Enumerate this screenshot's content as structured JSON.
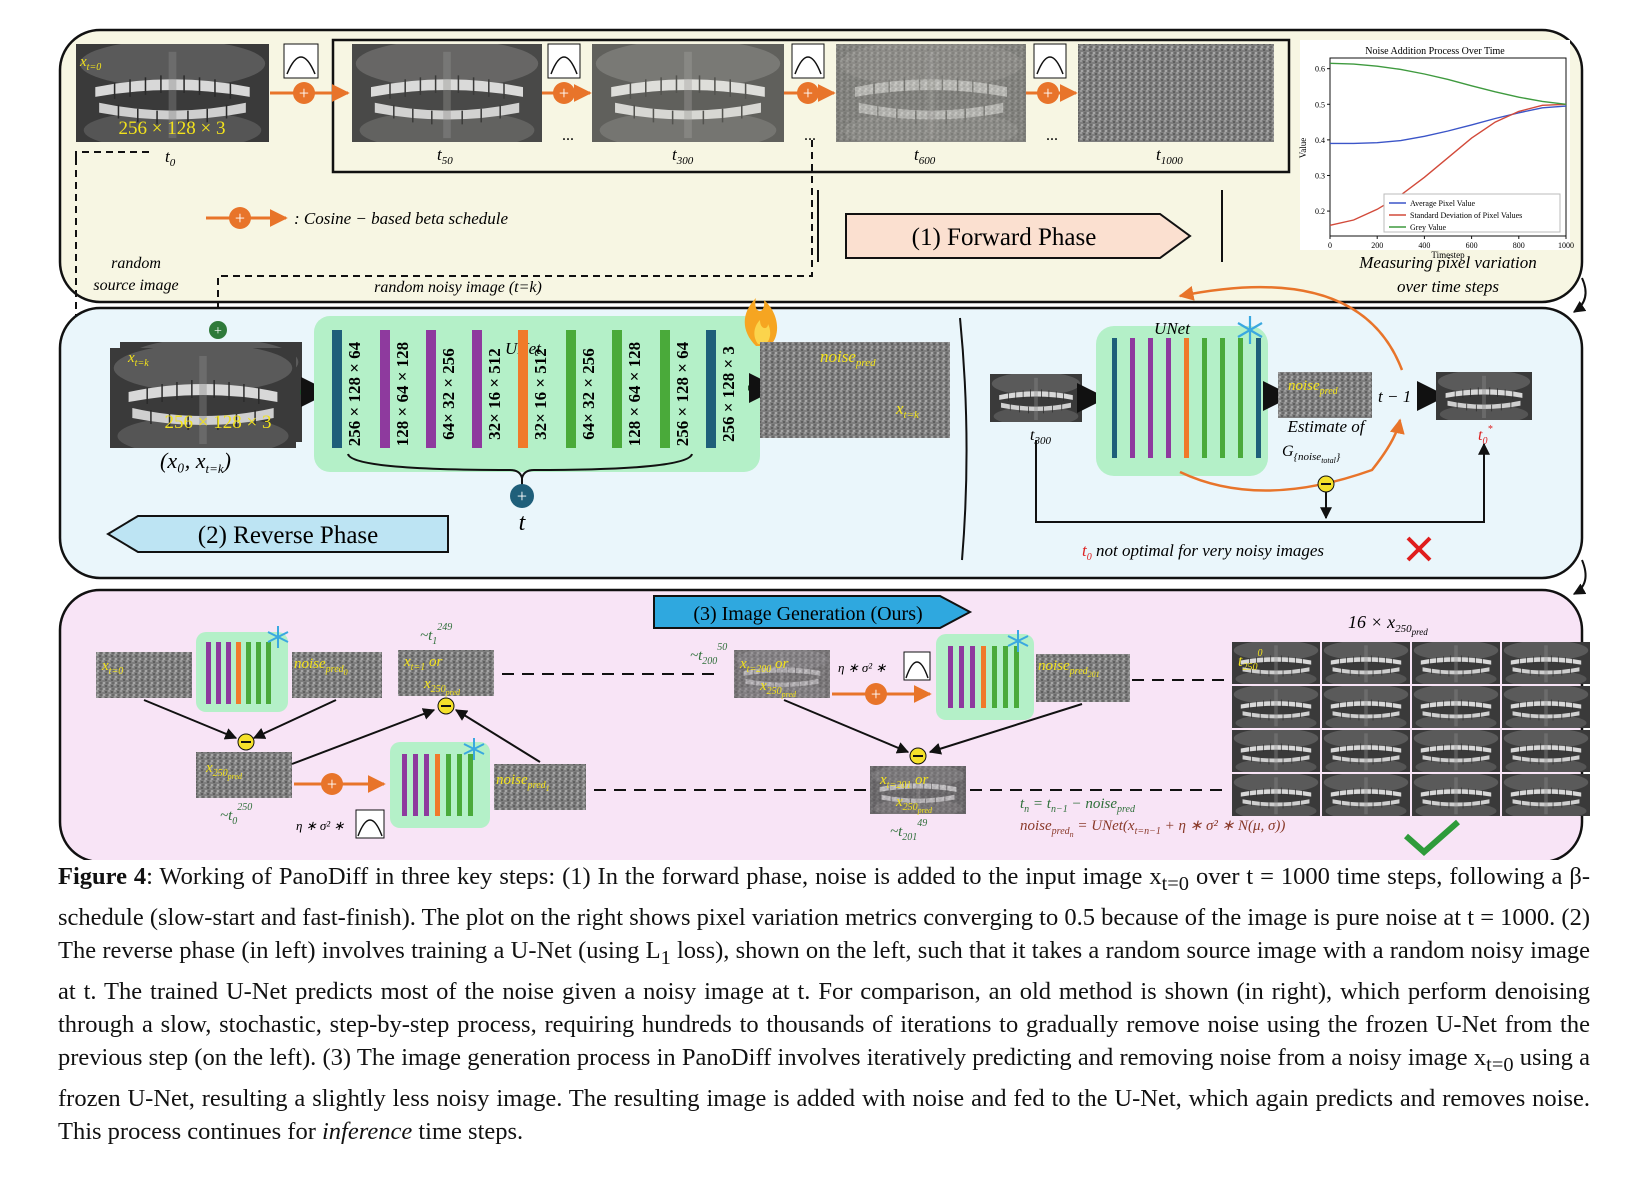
{
  "forward": {
    "phase_label": "(1) Forward Phase",
    "input_label": "x",
    "input_sub": "t=0",
    "input_dims": "256 × 128 × 3",
    "steps": [
      "t",
      "t",
      "t",
      "t",
      "t"
    ],
    "step_subs": [
      "0",
      "50",
      "300",
      "600",
      "1000"
    ],
    "ellipsis": "...",
    "legend_text": ": Cosine − based beta schedule",
    "random_source": [
      "random",
      "source image"
    ],
    "random_noisy": "random noisy image (t=k)"
  },
  "noise_chart": {
    "caption_lines": [
      "Measuring pixel variation",
      "over time steps"
    ]
  },
  "chart_data": {
    "type": "line",
    "title": "Noise Addition Process Over Time",
    "xlabel": "Timestep",
    "ylabel": "Value",
    "xlim": [
      0,
      1000
    ],
    "ylim": [
      0.13,
      0.63
    ],
    "xticks": [
      0,
      200,
      400,
      600,
      800,
      1000
    ],
    "yticks": [
      0.2,
      0.3,
      0.4,
      0.5,
      0.6
    ],
    "legend_position": "bottom-right",
    "x": [
      0,
      100,
      200,
      300,
      400,
      500,
      600,
      700,
      800,
      900,
      1000
    ],
    "series": [
      {
        "name": "Average Pixel Value",
        "color": "#3b55c8",
        "values": [
          0.39,
          0.39,
          0.392,
          0.398,
          0.41,
          0.425,
          0.442,
          0.46,
          0.476,
          0.49,
          0.495
        ]
      },
      {
        "name": "Standard Deviation of Pixel Values",
        "color": "#d24a3a",
        "values": [
          0.16,
          0.175,
          0.205,
          0.245,
          0.295,
          0.35,
          0.405,
          0.45,
          0.48,
          0.497,
          0.5
        ]
      },
      {
        "name": "Grey Value",
        "color": "#3f9a3f",
        "values": [
          0.615,
          0.613,
          0.607,
          0.598,
          0.585,
          0.57,
          0.552,
          0.535,
          0.52,
          0.508,
          0.5
        ]
      }
    ]
  },
  "reverse": {
    "phase_label": "(2) Reverse Phase",
    "input_label": "x",
    "input_sub": "t=k",
    "input_dims": "256 × 128 × 3",
    "pair_label": "(x₀, x",
    "pair_sub": "t=k",
    "unet_label": "UNet",
    "layers": [
      "256 × 128 × 64",
      "128 × 64 × 128",
      "64× 32 × 256",
      "32× 16 × 512",
      "32× 16 × 512",
      "64× 32 × 256",
      "128 × 64 × 128",
      "256 × 128 × 64",
      "256 × 128 × 3"
    ],
    "layer_colors": [
      "#1f5f7a",
      "#8e3a9e",
      "#8e3a9e",
      "#8e3a9e",
      "#f07a2a",
      "#4aaa3a",
      "#4aaa3a",
      "#4aaa3a",
      "#1f5f7a"
    ],
    "t_label": "t",
    "noise_pred": "noise",
    "noise_pred_sub": "pred",
    "xtk": "x",
    "xtk_sub": "t=k",
    "old_input": "t",
    "old_input_sub": "300",
    "old_unet": "UNet",
    "old_noise": "noise",
    "old_noise_sub": "pred",
    "t_minus_1": "t − 1",
    "estimate": "Estimate of",
    "g_noise": "G",
    "g_noise_sub": "{noise",
    "g_noise_sub2": "total",
    "t0_star": "t",
    "t0_star_sub": "0",
    "not_optimal": "not optimal for very noisy images"
  },
  "generation": {
    "phase_label": "(3) Image Generation (Ours)",
    "grid_title": "16 × x",
    "grid_title_sub": "250",
    "grid_title_sub2": "pred",
    "grid_corner": "t",
    "grid_corner_sub": "250",
    "grid_corner_sup": "0",
    "xt0": "x",
    "xt0_sub": "t=0",
    "noise_pred0": "noise",
    "noise_pred0_sub": "pred",
    "noise_pred0_sub2": "0",
    "x250": "x",
    "x250_sub": "250",
    "x250_sub2": "pred",
    "t0_250": "~t",
    "t0_250_sub": "0",
    "t0_250_sup": "250",
    "eta": "η ∗ σ² ∗",
    "noise_pred1": "noise",
    "noise_pred1_sub": "pred",
    "noise_pred1_sub2": "1",
    "t1_249": "~t",
    "t1_249_sub": "1",
    "t1_249_sup": "249",
    "xt1_or": "x",
    "xt1_or_sub": "t=1",
    "or": "or",
    "t200_50": "~t",
    "t200_50_sub": "200",
    "t200_50_sup": "50",
    "xt200": "x",
    "xt200_sub": "t=200",
    "noise_pred201": "noise",
    "noise_pred201_sub": "pred",
    "noise_pred201_sub2": "201",
    "xt201": "x",
    "xt201_sub": "t=201",
    "t201_49": "~t",
    "t201_49_sub": "201",
    "t201_49_sup": "49",
    "eq1": "t",
    "eq1_rest": " = t",
    "eq1_rest2": " − noise",
    "eq2": "noise",
    "eq2_rest": " = UNet(x",
    "eq2_rest2": " + η ∗ σ² ∗ N(μ, σ))"
  },
  "caption": {
    "fig": "Figure 4",
    "text": ": Working of PanoDiff in three key steps: (1) In the forward phase, noise is added to the input image x",
    "text_sub": "t=0",
    "text_b": " over t = 1000 time steps, following a β-schedule (slow-start and fast-finish). The plot on the right shows pixel variation metrics converging to 0.5 because of the image is pure noise at t = 1000. (2) The reverse phase (in left) involves training a U-Net (using L",
    "text_b_sub": "1",
    "text_c": " loss), shown on the left, such that it takes a random source image with a random noisy image at t. The trained U-Net predicts most of the noise given a noisy image at t. For comparison, an old method is shown (in right), which perform denoising through a slow, stochastic, step-by-step process, requiring hundreds to thousands of iterations to gradually remove noise using the frozen U-Net from the previous step (on the left). (3) The image generation process in PanoDiff involves iteratively predicting and removing noise from a noisy image x",
    "text_c_sub": "t=0",
    "text_d": " using a frozen U-Net, resulting a slightly less noisy image. The resulting image is added with noise and fed to the U-Net, which again predicts and removes noise. This process continues for ",
    "text_d_it": "inference",
    "text_e": " time steps."
  }
}
